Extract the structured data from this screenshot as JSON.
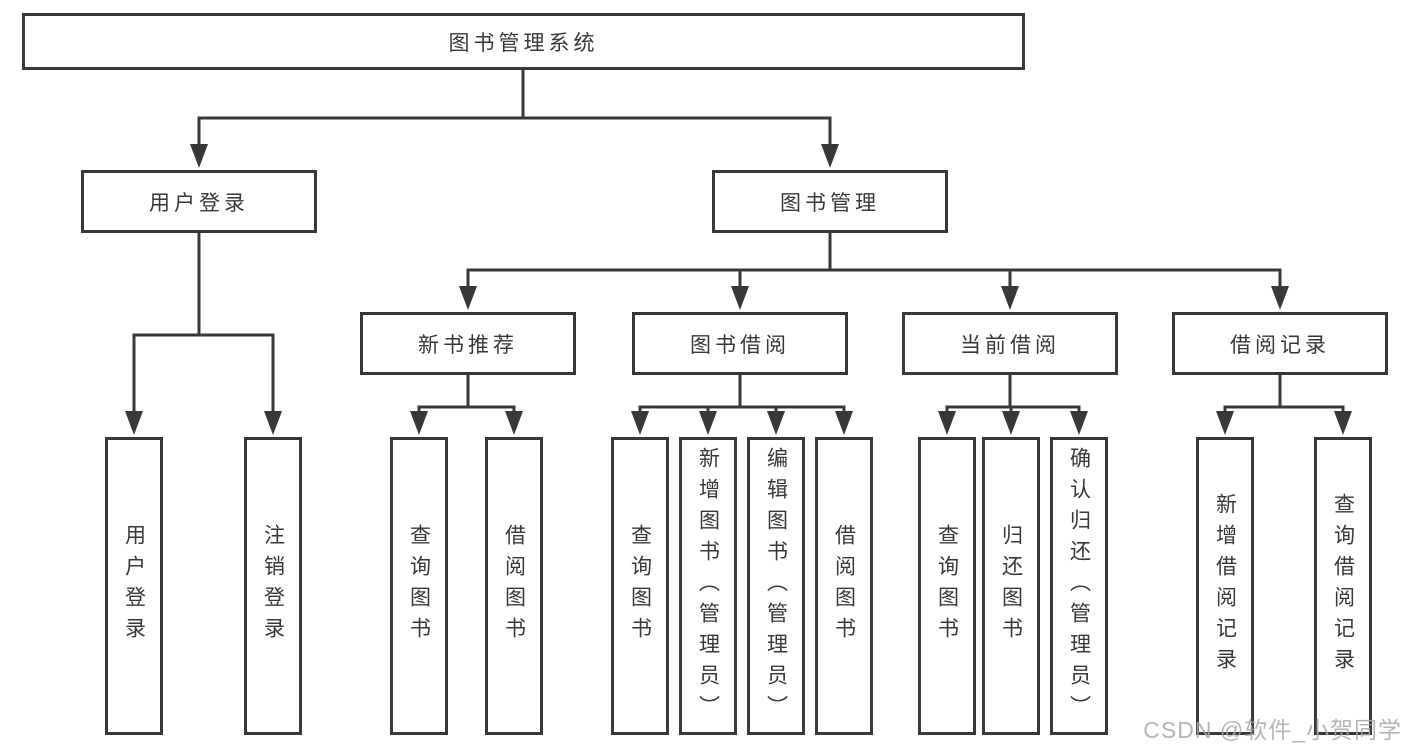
{
  "tree": {
    "root": {
      "label": "图书管理系统"
    },
    "branches": [
      {
        "label": "用户登录",
        "children": [
          {
            "label": "用户登录"
          },
          {
            "label": "注销登录"
          }
        ]
      },
      {
        "label": "图书管理",
        "children": [
          {
            "label": "新书推荐",
            "children": [
              {
                "label": "查询图书"
              },
              {
                "label": "借阅图书"
              }
            ]
          },
          {
            "label": "图书借阅",
            "children": [
              {
                "label": "查询图书"
              },
              {
                "label": "新增图书（管理员）"
              },
              {
                "label": "编辑图书（管理员）"
              },
              {
                "label": "借阅图书"
              }
            ]
          },
          {
            "label": "当前借阅",
            "children": [
              {
                "label": "查询图书"
              },
              {
                "label": "归还图书"
              },
              {
                "label": "确认归还（管理员）"
              }
            ]
          },
          {
            "label": "借阅记录",
            "children": [
              {
                "label": "新增借阅记录"
              },
              {
                "label": "查询借阅记录"
              }
            ]
          }
        ]
      }
    ]
  },
  "watermark": "CSDN @软件_小贺同学",
  "colors": {
    "line": "#383838",
    "box_background": "#ffffff",
    "text": "#383838",
    "watermark": "#a9a9a9"
  }
}
